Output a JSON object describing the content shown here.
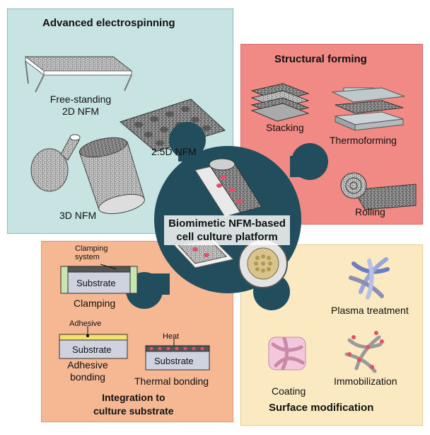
{
  "panels": {
    "electrospinning": {
      "title": "Advanced electrospinning",
      "free_standing_line1": "Free-standing",
      "free_standing_line2": "2D NFM",
      "nfm_25d": "2.5D NFM",
      "nfm_3d": "3D NFM"
    },
    "structural": {
      "title": "Structural forming",
      "stacking": "Stacking",
      "thermoforming": "Thermoforming",
      "rolling": "Rolling"
    },
    "integration": {
      "title_line1": "Integration to",
      "title_line2": "culture substrate",
      "clamping_system_line1": "Clamping",
      "clamping_system_line2": "system",
      "substrate": "Substrate",
      "clamping": "Clamping",
      "adhesive": "Adhesive",
      "adhesive_bonding_line1": "Adhesive",
      "adhesive_bonding_line2": "bonding",
      "heat": "Heat",
      "thermal_bonding": "Thermal bonding"
    },
    "surface": {
      "title": "Surface modification",
      "plasma": "Plasma treatment",
      "coating": "Coating",
      "immobilization": "Immobilization"
    }
  },
  "center": {
    "line1": "Biomimetic NFM-based",
    "line2": "cell culture platform"
  },
  "colors": {
    "electrospinning_bg": "#c7e4e2",
    "structural_bg": "#f18a84",
    "integration_bg": "#f6b793",
    "surface_bg": "#fbe9c2",
    "hub": "#224d5c"
  }
}
